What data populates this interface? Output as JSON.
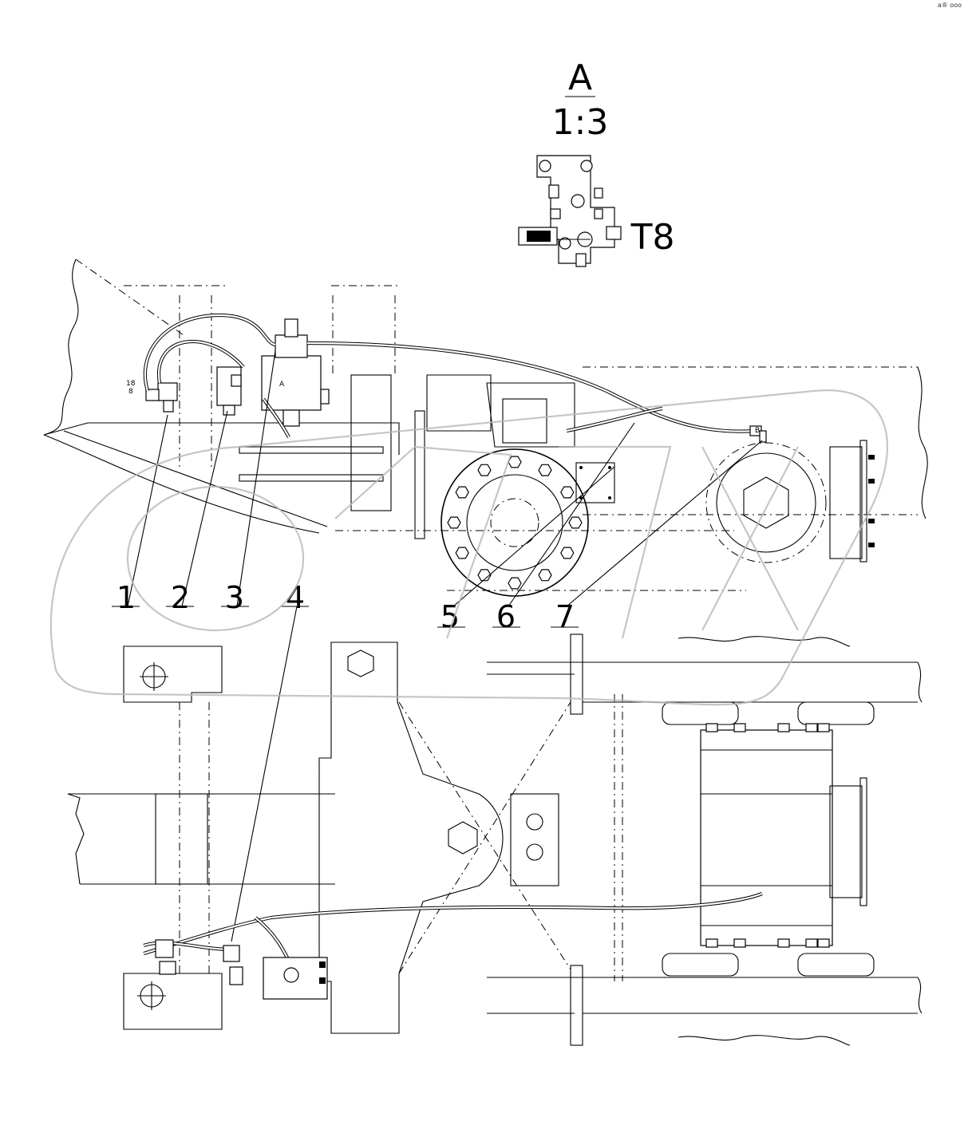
{
  "view": {
    "name": "A",
    "scale": "1:3",
    "port_label": "T8"
  },
  "callouts": [
    "1",
    "2",
    "3",
    "4",
    "5",
    "6",
    "7"
  ],
  "small_labels": {
    "valve_a": "A",
    "fitting_b": "B",
    "left_block": "18",
    "left_block_sub": "8"
  },
  "corner_mark": "a® ooo"
}
